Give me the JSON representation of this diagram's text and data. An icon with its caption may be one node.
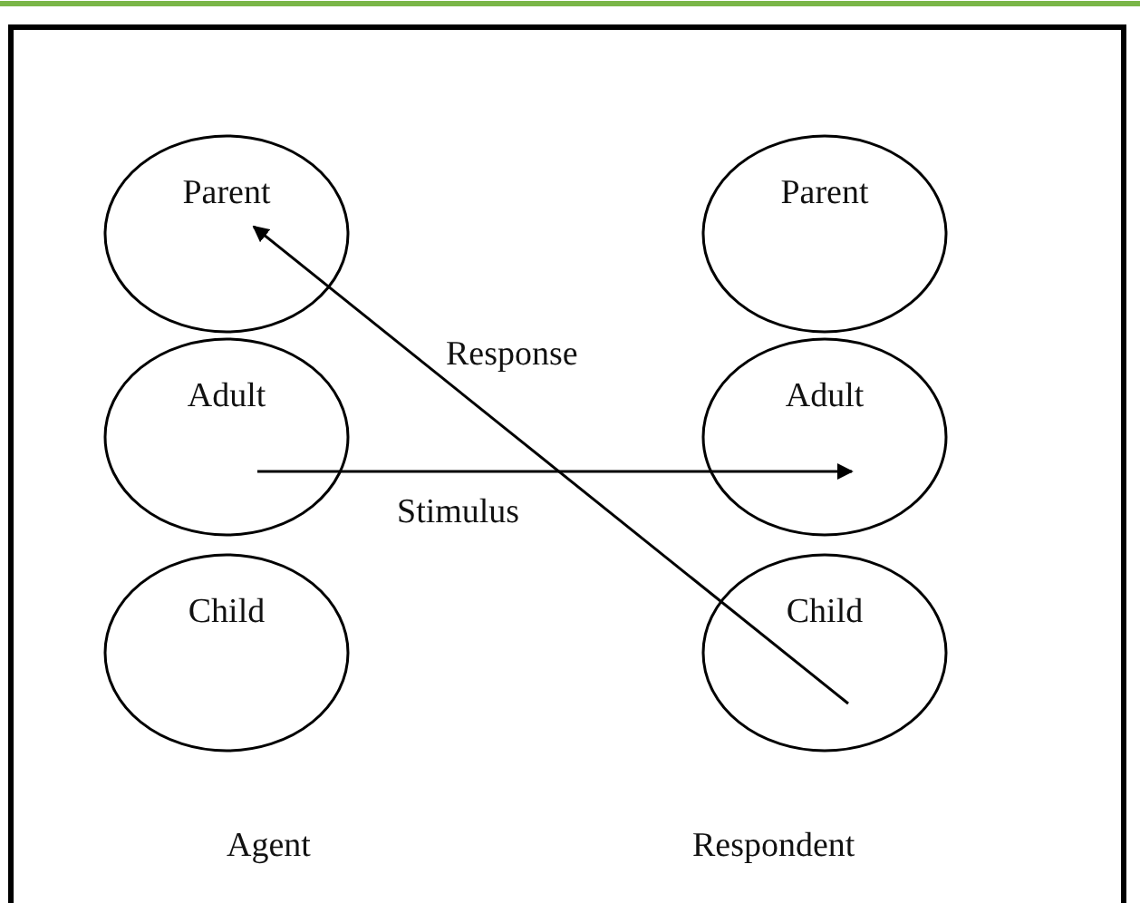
{
  "diagram": {
    "nodes": [
      {
        "text": [
          "Parent"
        ]
      },
      {
        "text": [
          "Adult"
        ]
      },
      {
        "text": [
          "Child"
        ]
      },
      {
        "text": [
          "Parent"
        ]
      },
      {
        "text": [
          "Adult"
        ]
      },
      {
        "text": [
          "Child"
        ]
      }
    ],
    "edges": [
      {
        "from": 1,
        "to": 4,
        "arrow": "to",
        "label": "Stimulus"
      },
      {
        "from": 5,
        "to": 0,
        "arrow": "to",
        "label": "Response"
      }
    ],
    "labels": [
      "Agent",
      "Respondent"
    ]
  }
}
